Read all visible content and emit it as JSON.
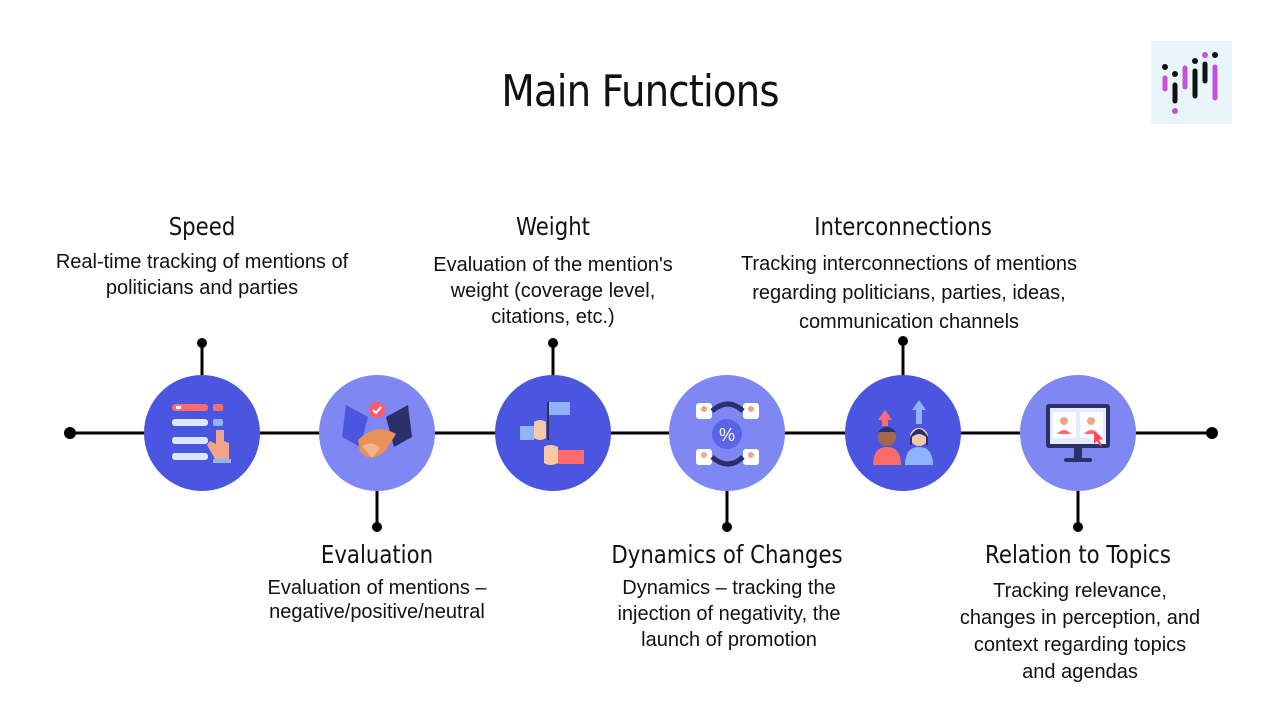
{
  "title": "Main Functions",
  "colors": {
    "dark_blue": "#4a55e0",
    "light_blue": "#7f87f2",
    "line": "#000000"
  },
  "functions": [
    {
      "heading": "Speed",
      "description": "Real-time tracking of mentions of politicians and parties",
      "icon": "checklist-click-icon"
    },
    {
      "heading": "Evaluation",
      "description": "Evaluation of mentions – negative/positive/neutral",
      "icon": "handshake-icon"
    },
    {
      "heading": "Weight",
      "description": "Evaluation of the mention's weight (coverage level, citations, etc.)",
      "icon": "hands-flags-icon"
    },
    {
      "heading": "Dynamics of Changes",
      "description": "Dynamics – tracking the injection of negativity, the launch of promotion",
      "icon": "percent-network-icon"
    },
    {
      "heading": "Interconnections",
      "description": "Tracking interconnections of mentions regarding politicians, parties, ideas, communication channels",
      "icon": "people-growth-icon"
    },
    {
      "heading": "Relation to Topics",
      "description": "Tracking relevance, changes in perception, and context regarding topics and agendas",
      "icon": "video-monitor-icon"
    }
  ]
}
